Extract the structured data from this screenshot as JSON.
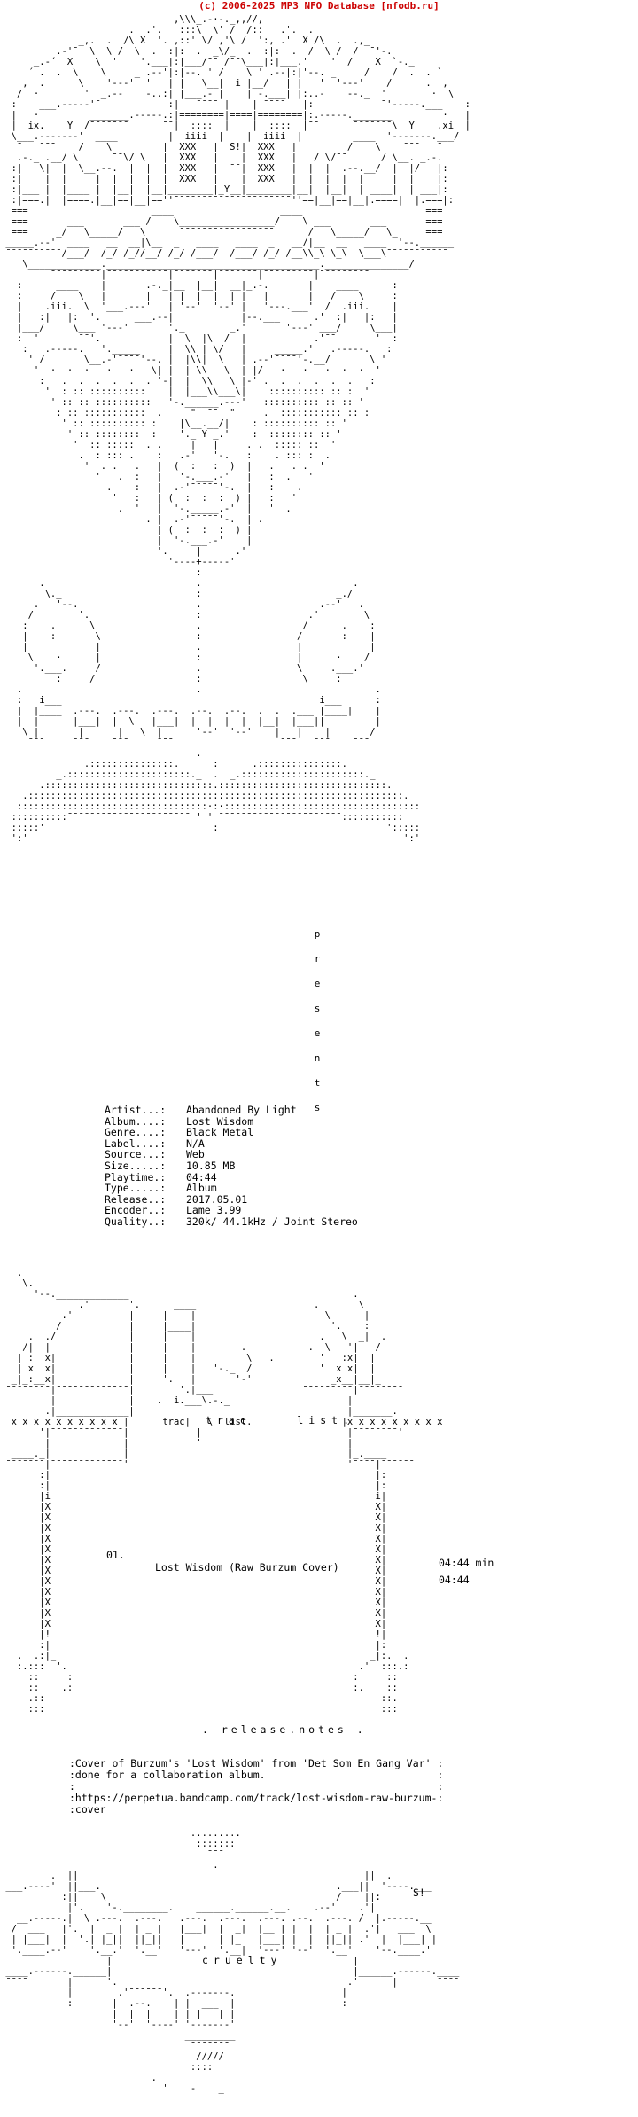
{
  "header": {
    "credit": "(c) 2006-2025 MP3 NFO Database [nfodb.ru]"
  },
  "colors": {
    "header": "#cc0000",
    "text": "#000000",
    "background": "#ffffff"
  },
  "info": [
    {
      "key": "Artist...:",
      "value": "Abandoned By Light"
    },
    {
      "key": "Album....:",
      "value": "Lost Wisdom"
    },
    {
      "key": "Genre....:",
      "value": "Black Metal"
    },
    {
      "key": "Label....:",
      "value": "N/A"
    },
    {
      "key": "Source...:",
      "value": "Web"
    },
    {
      "key": "Size.....:",
      "value": "10.85 MB"
    },
    {
      "key": "Playtime.:",
      "value": "04:44"
    },
    {
      "key": "Type.....:",
      "value": "Album"
    },
    {
      "key": "Release..:",
      "value": "2017.05.01"
    },
    {
      "key": "Encoder..:",
      "value": "Lame 3.99"
    },
    {
      "key": "Quality..:",
      "value": "320k/ 44.1kHz / Joint Stereo"
    }
  ],
  "tracklist": {
    "label": "trac    list.",
    "tracks": [
      {
        "num": "01.",
        "title": "Lost Wisdom (Raw Burzum Cover)",
        "time": "04:44"
      }
    ],
    "total": "04:44 min"
  },
  "release_notes": {
    "label": ". release.notes .",
    "lines": [
      ":Cover of Burzum's 'Lost Wisdom' from 'Det Som En Gang Var' :",
      ":done for a collaboration album.                            :",
      ":                                                           :",
      ":https://perpetua.bandcamp.com/track/lost-wisdom-raw-burzum-:",
      ":cover"
    ]
  },
  "presents": "p r e s e n t s",
  "footer": {
    "label": "cruelty",
    "mark": "S!"
  }
}
